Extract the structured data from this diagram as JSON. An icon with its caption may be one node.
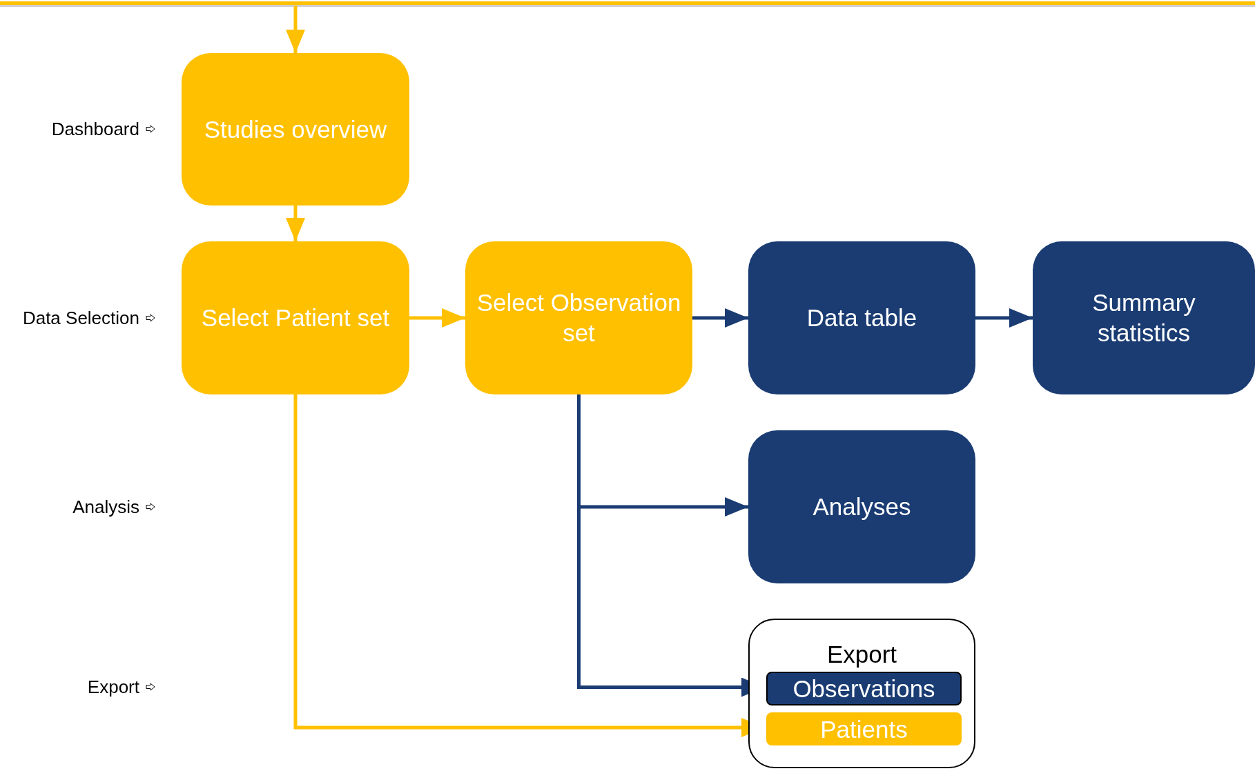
{
  "diagram": {
    "nodes": [
      {
        "text": [
          "Studies overview"
        ]
      },
      {
        "text": [
          "Select Patient set"
        ]
      },
      {
        "text": [
          "Select Observation set"
        ]
      },
      {
        "text": [
          "Data table"
        ]
      },
      {
        "text": [
          "Summary statistics"
        ]
      },
      {
        "text": [
          "Analyses"
        ]
      },
      {
        "text": [
          "Export"
        ]
      },
      {
        "text": [
          "Observations"
        ],
        "in": 6
      },
      {
        "text": [
          "Patients"
        ],
        "in": 6
      }
    ],
    "edges": [
      {
        "from": null,
        "to": 0,
        "arrow": "to",
        "color": "#ffc000"
      },
      {
        "from": 0,
        "to": 1,
        "arrow": "to",
        "color": "#ffc000"
      },
      {
        "from": 1,
        "to": 2,
        "arrow": "to",
        "color": "#ffc000"
      },
      {
        "from": 2,
        "to": 3,
        "arrow": "to",
        "color": "#1a3c73"
      },
      {
        "from": 3,
        "to": 4,
        "arrow": "to",
        "color": "#1a3c73"
      },
      {
        "from": 2,
        "to": 5,
        "arrow": "to",
        "color": "#1a3c73"
      },
      {
        "from": 2,
        "to": 7,
        "arrow": "to",
        "color": "#1a3c73"
      },
      {
        "from": 1,
        "to": 8,
        "arrow": "to",
        "color": "#ffc000"
      }
    ],
    "labels": [
      "Dashboard",
      "Data Selection",
      "Analysis",
      "Export"
    ]
  }
}
